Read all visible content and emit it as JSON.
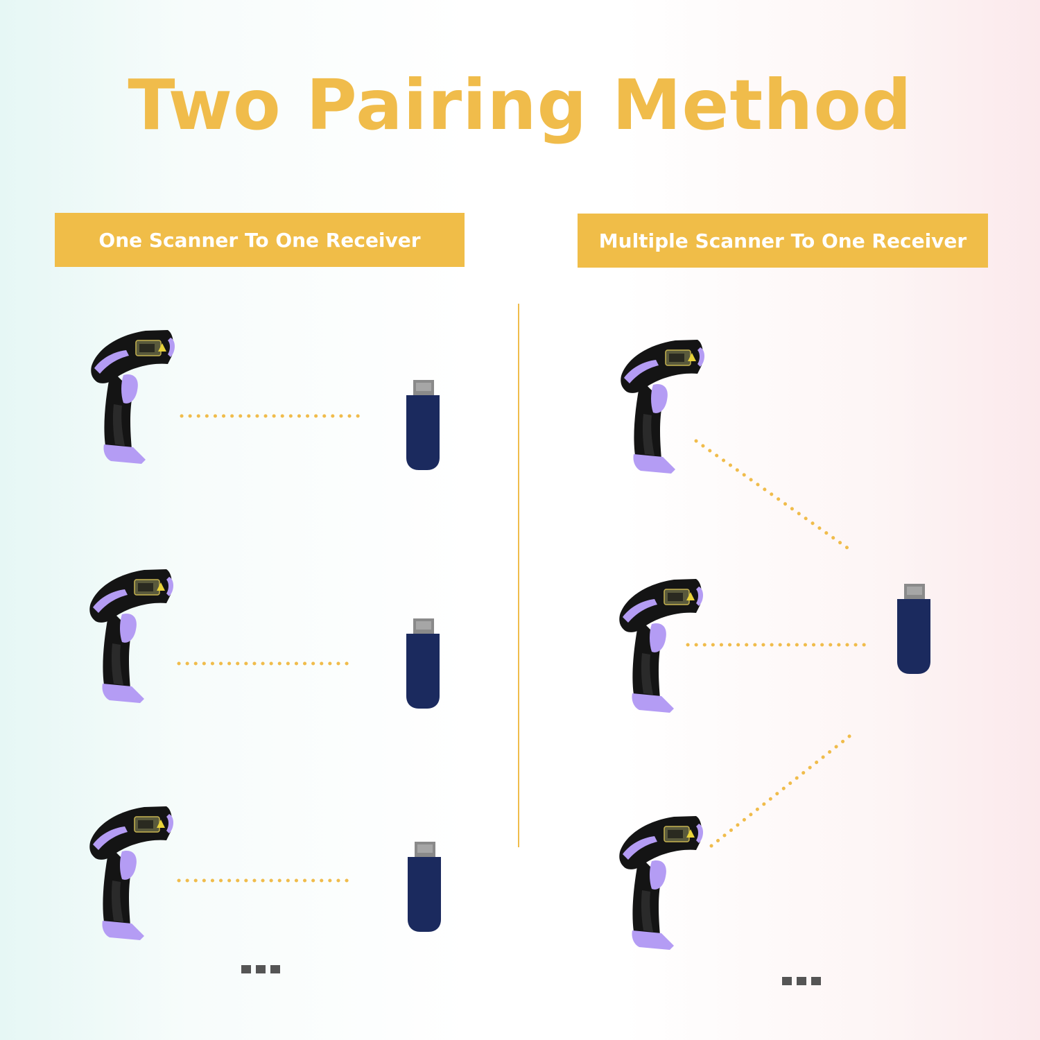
{
  "title": "Two Pairing Method",
  "left_panel": {
    "heading": "One Scanner To One Receiver",
    "items": [
      {
        "scanner_icon": "barcode-scanner-icon",
        "receiver_icon": "usb-receiver-icon"
      },
      {
        "scanner_icon": "barcode-scanner-icon",
        "receiver_icon": "usb-receiver-icon"
      },
      {
        "scanner_icon": "barcode-scanner-icon",
        "receiver_icon": "usb-receiver-icon"
      }
    ],
    "continuation": "ellipsis-icon"
  },
  "right_panel": {
    "heading": "Multiple Scanner To One Receiver",
    "scanners": 3,
    "receivers": 1,
    "continuation": "ellipsis-icon"
  },
  "colors": {
    "accent": "#F0BC4B",
    "banner": "#F0BD48",
    "text_on_banner": "#FFFFFF",
    "scanner_body": "#141414",
    "scanner_trim": "#B49CF4",
    "receiver_body": "#1B2A5E",
    "receiver_plug": "#8A8A8A",
    "ellipsis": "#555555"
  }
}
